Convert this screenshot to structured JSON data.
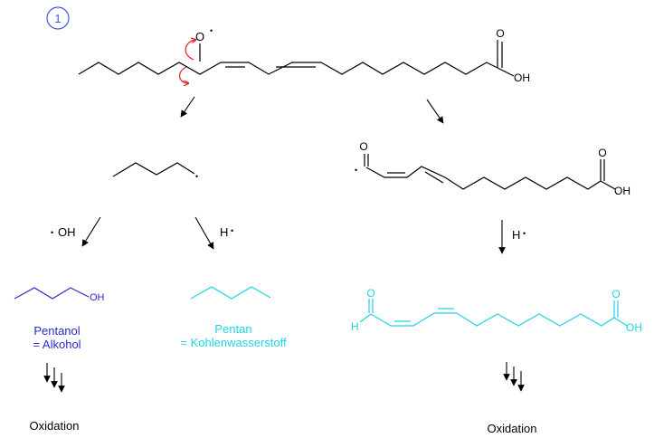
{
  "step_badge": "1",
  "top_molecule": {
    "oxygen_label": "O",
    "radical_dot": "•",
    "acid": {
      "carbonyl_o": "O",
      "hydroxyl": "OH"
    }
  },
  "left_branch": {
    "reagent_oh": {
      "dot": "•",
      "label": "OH"
    },
    "reagent_h": {
      "label": "H",
      "dot": "•"
    },
    "radical_dot": "•",
    "product_oh_label": "OH",
    "pentanol_name": "Pentanol",
    "pentanol_class": "= Alkohol",
    "pentan_name": "Pentan",
    "pentan_class": "= Kohlenwasserstoff",
    "oxidation_label": "Oxidation"
  },
  "right_branch": {
    "radical_dot": "•",
    "aldehyde_o": "O",
    "acid": {
      "carbonyl_o": "O",
      "hydroxyl": "OH"
    },
    "reagent_h": {
      "label": "H",
      "dot": "•"
    },
    "product": {
      "aldehyde_o": "O",
      "aldehyde_h": "H",
      "acid_o": "O",
      "acid_oh": "OH"
    },
    "oxidation_label": "Oxidation"
  },
  "colors": {
    "ink": "#000000",
    "arrow_red": "#e02020",
    "pentanol_blue": "#2a2ad0",
    "pentan_cyan": "#22d3e6",
    "badge_blue": "#3b5bdb"
  }
}
